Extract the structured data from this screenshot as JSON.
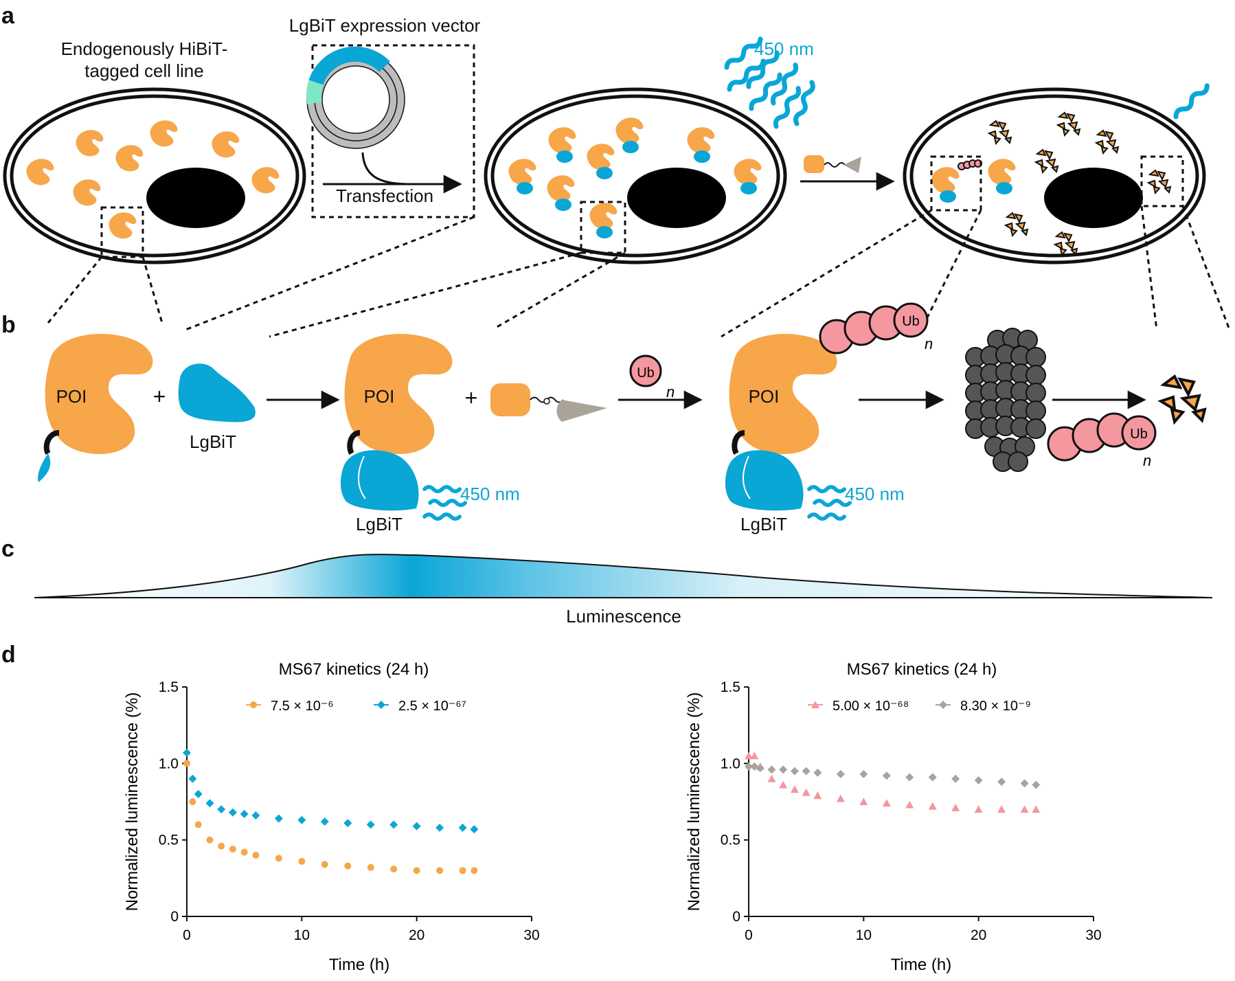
{
  "panel_labels": {
    "a": "a",
    "b": "b",
    "c": "c",
    "d": "d"
  },
  "colors": {
    "orange": "#f7a64a",
    "blue": "#0aa6d6",
    "pink": "#f4979f",
    "gray": "#a9a39a",
    "dark": "#555555",
    "mint": "#7ee8c6"
  },
  "panel_a": {
    "cell_line_label_1": "Endogenously HiBiT-",
    "cell_line_label_2": "tagged cell line",
    "vector_label": "LgBiT expression vector",
    "transfection_label": "Transfection",
    "light_label": "450 nm"
  },
  "panel_b": {
    "poi": "POI",
    "lgbit": "LgBiT",
    "plus": "+",
    "light": "450 nm",
    "ub": "Ub",
    "n": "n"
  },
  "panel_c": {
    "label": "Luminescence"
  },
  "chart_data": [
    {
      "type": "scatter",
      "title": "MS67 kinetics (24 h)",
      "xlabel": "Time (h)",
      "ylabel": "Normalized luminescence (%)",
      "xlim": [
        0,
        30
      ],
      "ylim": [
        0,
        1.5
      ],
      "xticks": [
        "0",
        "10",
        "20",
        "30"
      ],
      "yticks": [
        "0",
        "0.5",
        "1.0",
        "1.5"
      ],
      "legend_position": "top",
      "series": [
        {
          "name": "7.5 × 10⁻⁶",
          "color": "#f7a64a",
          "marker": "circle",
          "x": [
            0,
            0.5,
            1,
            2,
            3,
            4,
            5,
            6,
            8,
            10,
            12,
            14,
            16,
            18,
            20,
            22,
            24,
            25
          ],
          "y": [
            1.0,
            0.75,
            0.6,
            0.5,
            0.46,
            0.44,
            0.42,
            0.4,
            0.38,
            0.36,
            0.34,
            0.33,
            0.32,
            0.31,
            0.3,
            0.3,
            0.3,
            0.3
          ]
        },
        {
          "name": "2.5 × 10⁻⁶⁷",
          "color": "#0aa6d6",
          "marker": "diamond",
          "x": [
            0,
            0.5,
            1,
            2,
            3,
            4,
            5,
            6,
            8,
            10,
            12,
            14,
            16,
            18,
            20,
            22,
            24,
            25
          ],
          "y": [
            1.07,
            0.9,
            0.8,
            0.74,
            0.7,
            0.68,
            0.67,
            0.66,
            0.64,
            0.63,
            0.62,
            0.61,
            0.6,
            0.6,
            0.59,
            0.58,
            0.58,
            0.57
          ]
        }
      ]
    },
    {
      "type": "scatter",
      "title": "MS67 kinetics (24 h)",
      "xlabel": "Time (h)",
      "ylabel": "Normalized luminescence (%)",
      "xlim": [
        0,
        30
      ],
      "ylim": [
        0,
        1.5
      ],
      "xticks": [
        "0",
        "10",
        "20",
        "30"
      ],
      "yticks": [
        "0",
        "0.5",
        "1.0",
        "1.5"
      ],
      "legend_position": "top",
      "series": [
        {
          "name": "5.00 × 10⁻⁶⁸",
          "color": "#f4979f",
          "marker": "triangle",
          "x": [
            0,
            0.5,
            1,
            2,
            3,
            4,
            5,
            6,
            8,
            10,
            12,
            14,
            16,
            18,
            20,
            22,
            24,
            25
          ],
          "y": [
            1.05,
            1.05,
            0.98,
            0.9,
            0.86,
            0.83,
            0.81,
            0.79,
            0.77,
            0.75,
            0.74,
            0.73,
            0.72,
            0.71,
            0.7,
            0.7,
            0.7,
            0.7
          ]
        },
        {
          "name": "8.30 × 10⁻⁹",
          "color": "#a9a39a",
          "marker": "diamond",
          "x": [
            0,
            0.5,
            1,
            2,
            3,
            4,
            5,
            6,
            8,
            10,
            12,
            14,
            16,
            18,
            20,
            22,
            24,
            25
          ],
          "y": [
            0.98,
            0.98,
            0.97,
            0.96,
            0.96,
            0.95,
            0.95,
            0.94,
            0.93,
            0.93,
            0.92,
            0.91,
            0.91,
            0.9,
            0.89,
            0.88,
            0.87,
            0.86
          ]
        }
      ]
    }
  ]
}
